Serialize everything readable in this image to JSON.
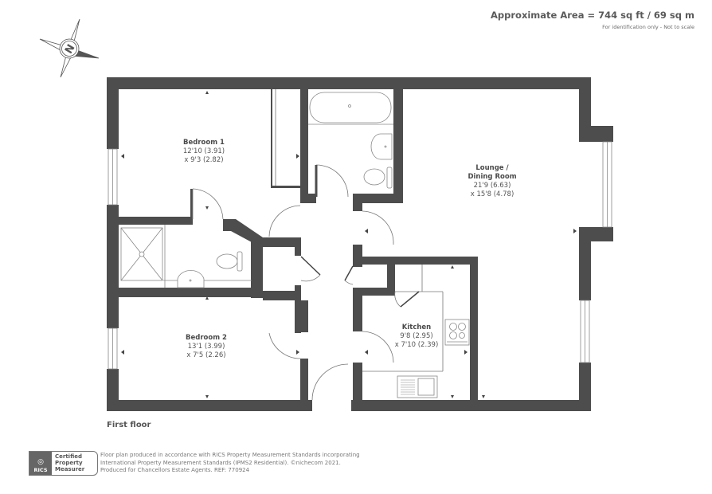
{
  "header": {
    "area_title": "Approximate Area = 744 sq ft / 69 sq m",
    "area_note": "For identification only - Not to scale"
  },
  "compass": {
    "icon": "north-compass-icon",
    "letter": "N"
  },
  "rooms": [
    {
      "name": "Bedroom 1",
      "dim1": "12'10 (3.91)",
      "dim2": "x 9'3 (2.82)"
    },
    {
      "name": "Lounge /",
      "name2": "Dining Room",
      "dim1": "21'9 (6.63)",
      "dim2": "x 15'8 (4.78)"
    },
    {
      "name": "Bedroom 2",
      "dim1": "13'1 (3.99)",
      "dim2": "x 7'5 (2.26)"
    },
    {
      "name": "Kitchen",
      "dim1": "9'8 (2.95)",
      "dim2": "x 7'10 (2.39)"
    }
  ],
  "floor_label": "First floor",
  "rics_badge": {
    "org": "RICS",
    "line1": "Certified",
    "line2": "Property",
    "line3": "Measurer"
  },
  "footer": {
    "line1": "Floor plan produced in accordance with RICS Property Measurement Standards incorporating",
    "line2": "International Property Measurement Standards (IPMS2 Residential).   ©nichecom 2021.",
    "line3": "Produced for Chancellors Estate Agents.   REF: 770924"
  },
  "colors": {
    "wall": "#4d4d4d",
    "line": "#8a8a8a",
    "text": "#4a4a4a"
  }
}
